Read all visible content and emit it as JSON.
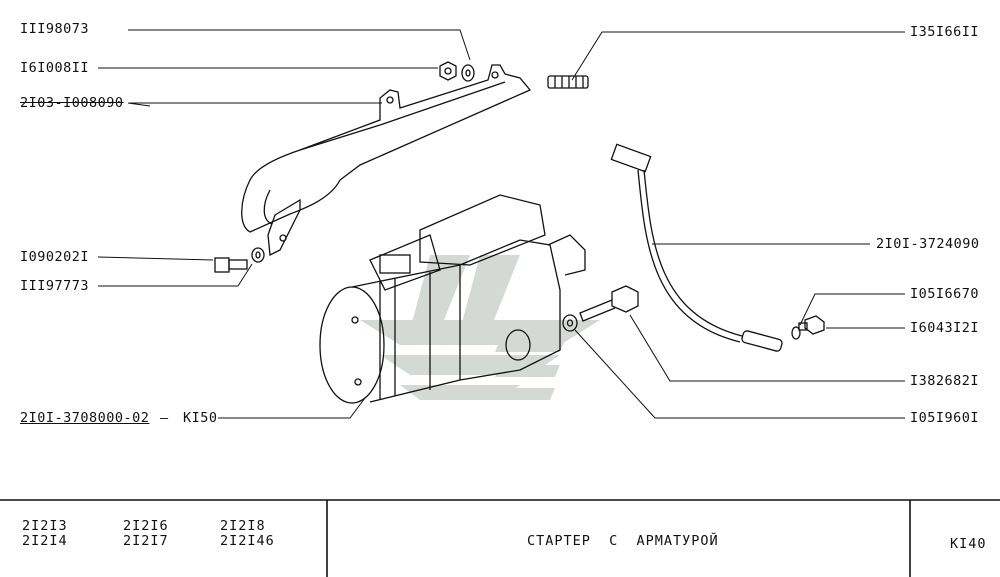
{
  "callouts": {
    "left": {
      "p111_98073": "III98073",
      "p161_00811": "I6I008II",
      "p2103": "2I03-I008090",
      "p1090202": "I090202I",
      "p11197773": "III97773",
      "p2101_main": "2I0I-3708000-02",
      "p2101_dash": "—",
      "pki50": "KI50"
    },
    "right": {
      "p13516611": "I35I66II",
      "p2101_3724090": "2I0I-3724090",
      "p10516670": "I05I6670",
      "p1604312": "I6043I2I",
      "p1382682": "I382682I",
      "p1051960": "I05I960I"
    }
  },
  "title_block": {
    "models": [
      "2I2I3",
      "2I2I4",
      "2I2I6",
      "2I2I7",
      "2I2I8",
      "2I2I46"
    ],
    "title": "СТАРТЕР  С  АРМАТУРОЙ",
    "code": "KI40"
  }
}
